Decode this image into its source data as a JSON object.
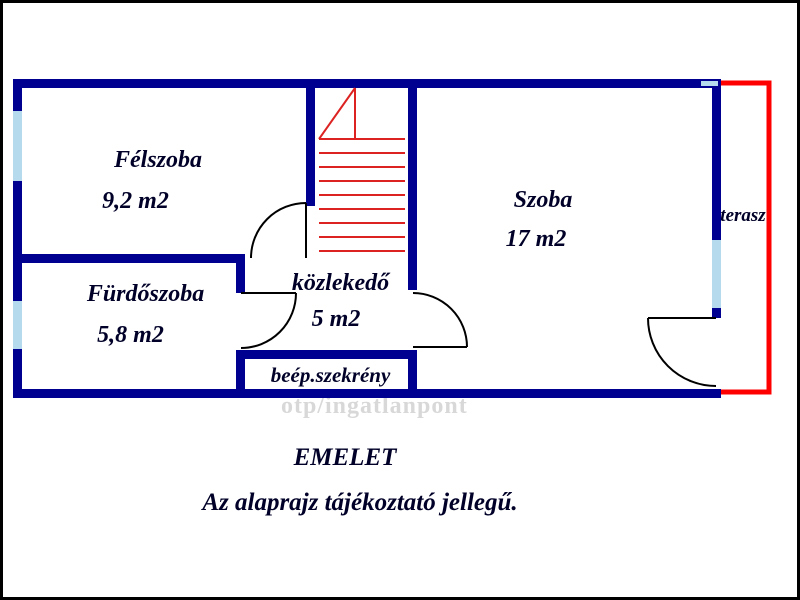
{
  "colors": {
    "wall": "#000090",
    "window": "#b5d9ed",
    "terrace_outline": "#ff0000",
    "stairs": "#dd2222",
    "door": "#000000",
    "text": "#000028",
    "watermark": "#d8d8d8"
  },
  "rooms": {
    "felszoba": {
      "name": "Félszoba",
      "area": "9,2 m2"
    },
    "furdoszoba": {
      "name": "Fürdőszoba",
      "area": "5,8 m2"
    },
    "kozlekedo": {
      "name": "közlekedő",
      "area": "5 m2"
    },
    "szekreny": {
      "name": "beép.szekrény"
    },
    "szoba": {
      "name": "Szoba",
      "area": "17 m2"
    },
    "terasz": {
      "name": "terasz"
    }
  },
  "captions": {
    "floor_label": "EMELET",
    "disclaimer": "Az alaprajz tájékoztató jellegű."
  },
  "watermark_text": "otp/ingatlanpont"
}
